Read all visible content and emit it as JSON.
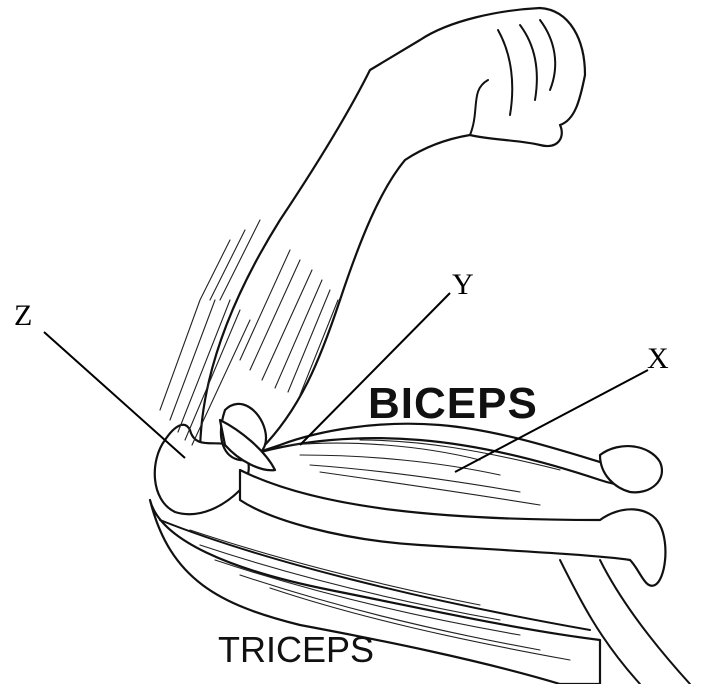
{
  "labels": {
    "z": "Z",
    "y": "Y",
    "x": "X",
    "biceps": "BICEPS",
    "triceps": "TRICEPS"
  }
}
